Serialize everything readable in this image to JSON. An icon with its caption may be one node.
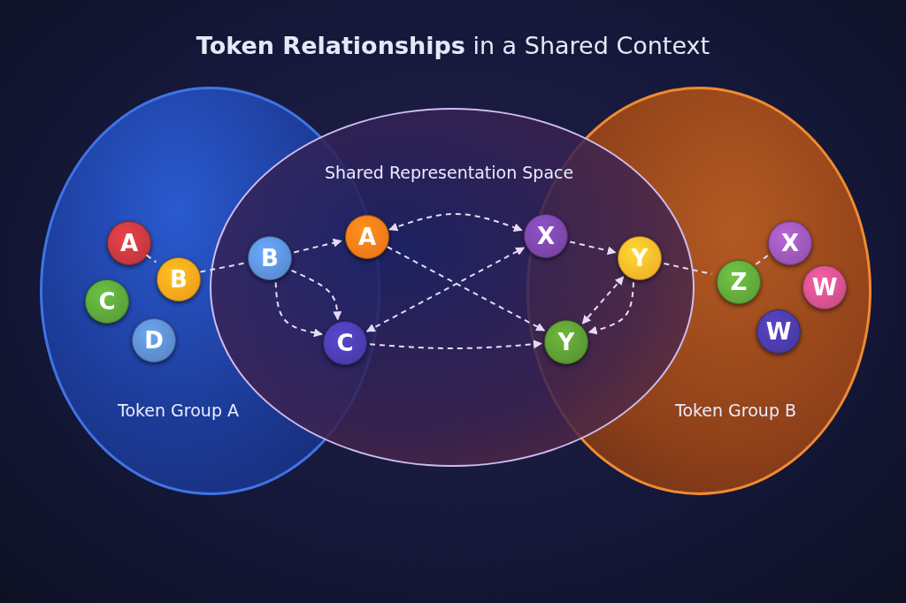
{
  "diagram": {
    "title": "**Token Relationships** in a Shared Context",
    "nodes": [
      {
        "text": [
          "Token Group A"
        ]
      },
      {
        "text": [
          "Shared Representation Space"
        ]
      },
      {
        "text": [
          "Token Group B"
        ]
      },
      {
        "text": [
          "A"
        ],
        "in": 0
      },
      {
        "text": [
          "B"
        ],
        "in": 0
      },
      {
        "text": [
          "C"
        ],
        "in": 0
      },
      {
        "text": [
          "D"
        ],
        "in": 0
      },
      {
        "text": [
          "B"
        ]
      },
      {
        "text": [
          "A"
        ],
        "in": 1
      },
      {
        "text": [
          "C"
        ]
      },
      {
        "text": [
          "X"
        ]
      },
      {
        "text": [
          "Y"
        ]
      },
      {
        "text": [
          "Y"
        ]
      },
      {
        "text": [
          "X"
        ],
        "in": 2
      },
      {
        "text": [
          "Z"
        ],
        "in": 2
      },
      {
        "text": [
          "W"
        ],
        "in": 2
      },
      {
        "text": [
          "W"
        ],
        "in": 2
      }
    ],
    "edges": [
      {
        "from": 3,
        "to": 4,
        "arrow": "none",
        "style": "dashed"
      },
      {
        "from": 4,
        "to": 7,
        "arrow": "none",
        "style": "dashed"
      },
      {
        "from": 7,
        "to": 8,
        "arrow": "to",
        "style": "dashed"
      },
      {
        "from": 7,
        "to": 9,
        "arrow": "to",
        "style": "dashed"
      },
      {
        "from": 7,
        "to": 9,
        "arrow": "to",
        "style": "dashed"
      },
      {
        "from": 8,
        "to": 10,
        "arrow": "both",
        "style": "dashed"
      },
      {
        "from": 8,
        "to": 12,
        "arrow": "to",
        "style": "dashed"
      },
      {
        "from": 9,
        "to": 10,
        "arrow": "both",
        "style": "dashed"
      },
      {
        "from": 9,
        "to": 12,
        "arrow": "to",
        "style": "dashed"
      },
      {
        "from": 10,
        "to": 11,
        "arrow": "to",
        "style": "dashed"
      },
      {
        "from": 11,
        "to": 12,
        "arrow": "both",
        "style": "dashed"
      },
      {
        "from": 11,
        "to": 12,
        "arrow": "to",
        "style": "dashed"
      },
      {
        "from": 11,
        "to": 14,
        "arrow": "none",
        "style": "dashed"
      },
      {
        "from": 14,
        "to": 13,
        "arrow": "none",
        "style": "dashed"
      }
    ]
  }
}
